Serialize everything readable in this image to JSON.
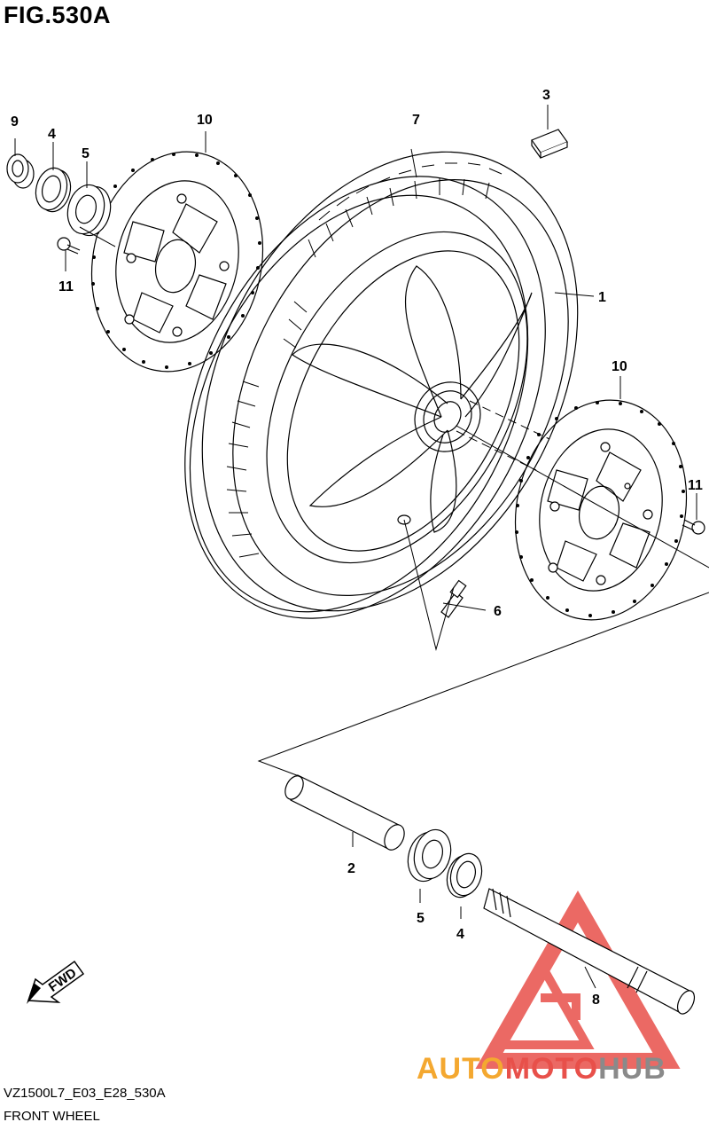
{
  "figure": {
    "title": "FIG.530A",
    "model_code": "VZ1500L7_E03_E28_530A",
    "name": "FRONT WHEEL",
    "fwd_label": "FWD"
  },
  "watermark": {
    "brand_part1": "AUTO",
    "brand_part2": "MOTO",
    "brand_part3": "HUB",
    "colors": {
      "orange": "#f4a830",
      "red": "#e8504a",
      "gray": "#8a8a8a"
    }
  },
  "callouts": {
    "c1": "1",
    "c2": "2",
    "c3": "3",
    "c4a": "4",
    "c4b": "4",
    "c5a": "5",
    "c5b": "5",
    "c6": "6",
    "c7": "7",
    "c8": "8",
    "c9": "9",
    "c10a": "10",
    "c10b": "10",
    "c11a": "11",
    "c11b": "11"
  }
}
